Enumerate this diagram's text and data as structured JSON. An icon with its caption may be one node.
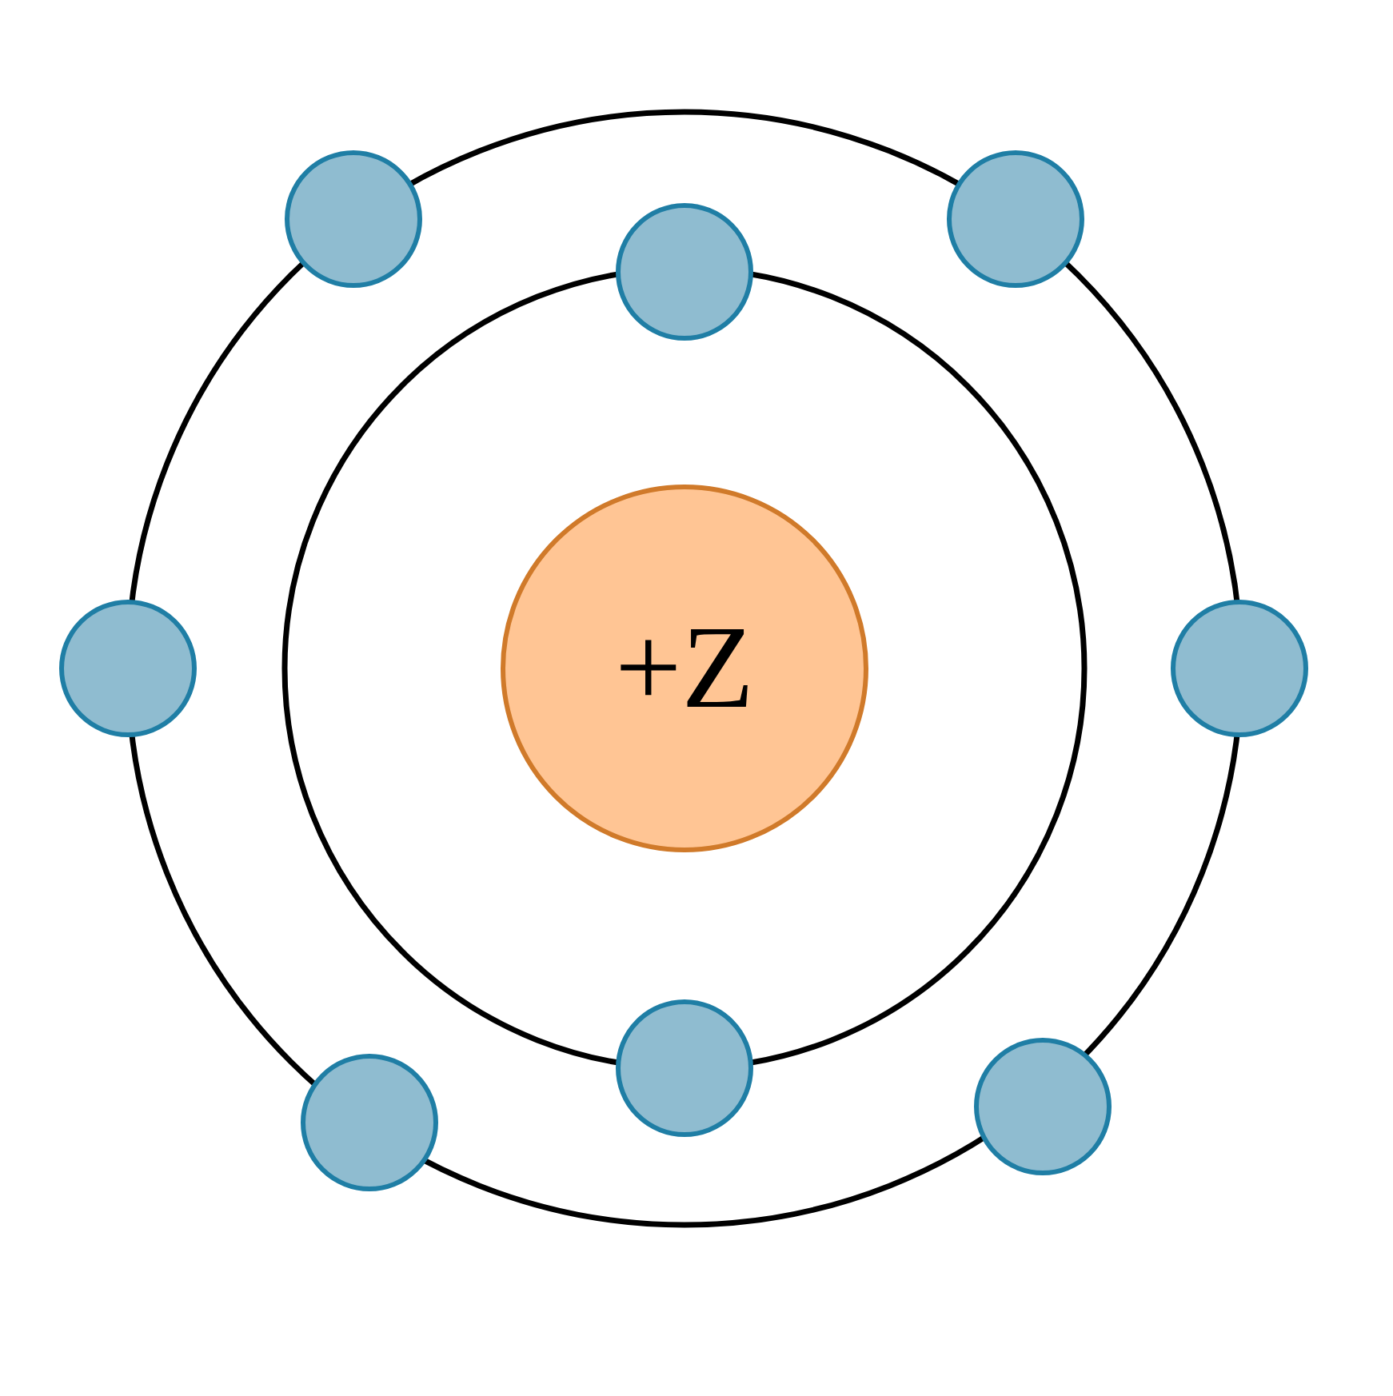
{
  "diagram": {
    "nodes": [
      {
        "text": [
          "+Z"
        ]
      },
      {
        "text": [],
        "shape": "circle"
      },
      {
        "text": [],
        "shape": "circle"
      },
      {
        "text": [],
        "shape": "circle"
      },
      {
        "text": [],
        "shape": "circle"
      },
      {
        "text": [],
        "shape": "circle"
      },
      {
        "text": [],
        "shape": "circle"
      },
      {
        "text": [],
        "shape": "circle"
      },
      {
        "text": [],
        "shape": "circle"
      }
    ]
  }
}
